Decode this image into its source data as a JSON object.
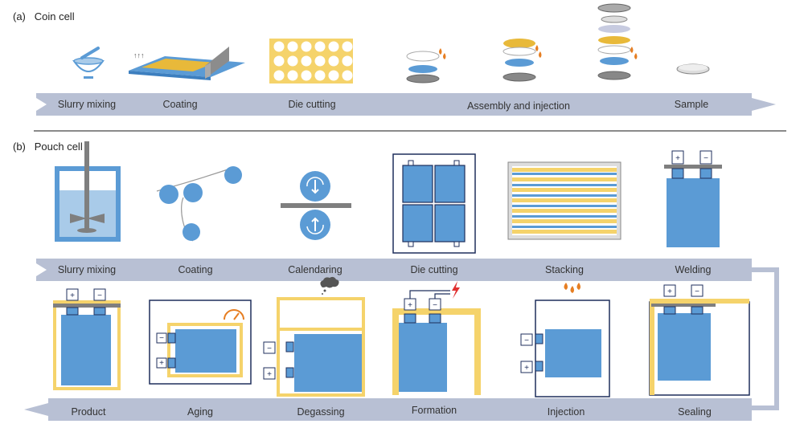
{
  "panel_a": {
    "title": "(a)   Coin cell",
    "steps": [
      "Slurry mixing",
      "Coating",
      "Die cutting",
      "Assembly and injection",
      "Sample"
    ]
  },
  "panel_b": {
    "title": "(b)   Pouch cell",
    "top_steps": [
      "Slurry mixing",
      "Coating",
      "Calendaring",
      "Die cutting",
      "Stacking",
      "Welding"
    ],
    "bottom_steps": [
      "Product",
      "Aging",
      "Degassing",
      "Formation",
      "Injection",
      "Sealing"
    ]
  },
  "terminal_plus": "+",
  "terminal_minus": "−",
  "colors": {
    "arrow": "#b8c0d4",
    "blue": "#5b9bd5",
    "light_blue": "#a9cbe9",
    "yellow": "#f5d36b",
    "gold": "#e8b93a",
    "navy": "#1f2f5c",
    "gray": "#8c8c8c",
    "orange": "#e67e22",
    "red": "#e03030"
  }
}
